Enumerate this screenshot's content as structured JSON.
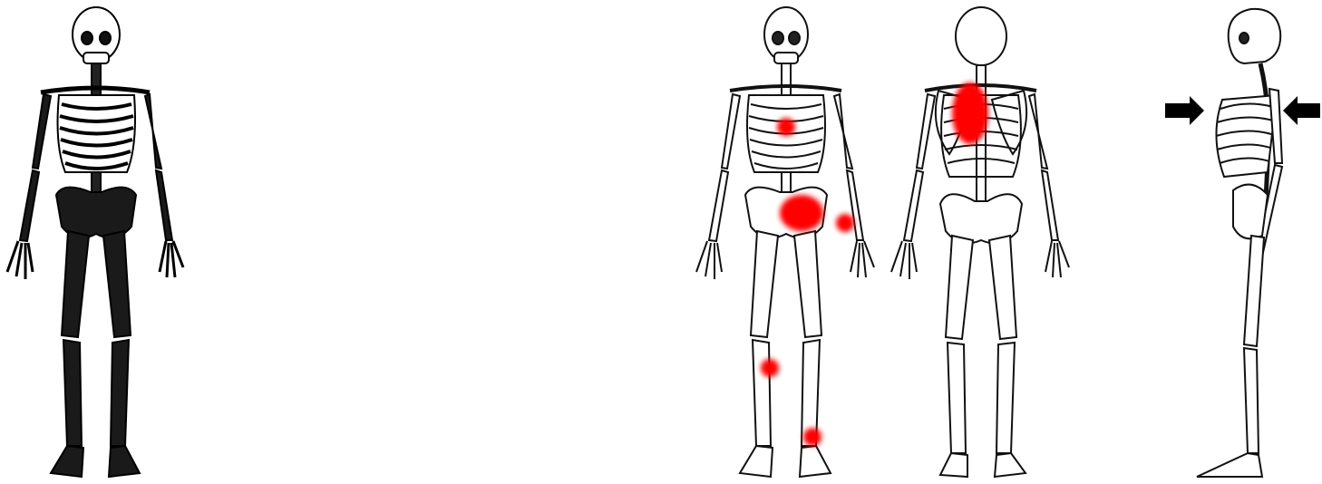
{
  "figures": [
    {
      "id": "dark",
      "view": "front",
      "style": "silhouette",
      "markers": []
    },
    {
      "id": "front",
      "view": "front",
      "style": "outline",
      "markers": [
        {
          "site": "sternum",
          "size": "small"
        },
        {
          "site": "pelvis",
          "size": "large"
        },
        {
          "site": "left-wrist",
          "size": "small"
        },
        {
          "site": "right-knee",
          "size": "small"
        },
        {
          "site": "left-ankle",
          "size": "small"
        }
      ]
    },
    {
      "id": "back",
      "view": "back",
      "style": "outline",
      "markers": [
        {
          "site": "upper-thoracic-spine",
          "size": "elongated"
        }
      ]
    },
    {
      "id": "side",
      "view": "lateral",
      "style": "outline",
      "arrows": [
        {
          "direction": "right"
        },
        {
          "direction": "left"
        }
      ]
    }
  ],
  "colors": {
    "marker": "#ff0000",
    "ink": "#111111",
    "fill": "#1a1a1a",
    "background": "#ffffff"
  }
}
